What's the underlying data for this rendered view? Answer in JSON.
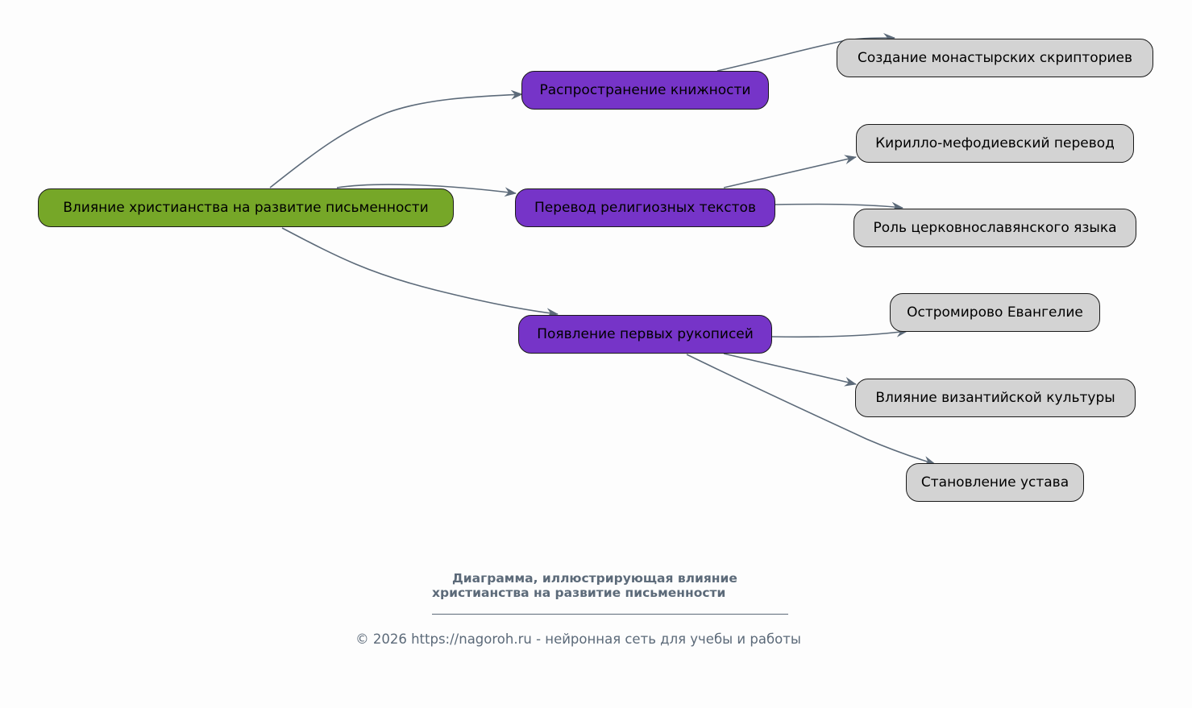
{
  "diagram": {
    "root": {
      "label": "Влияние христианства на развитие письменности",
      "color": "#76a728"
    },
    "branches": [
      {
        "label": "Распространение книжности",
        "color": "#7634c8",
        "children": [
          "Создание монастырских скрипториев"
        ]
      },
      {
        "label": "Перевод религиозных текстов",
        "color": "#7634c8",
        "children": [
          "Кирилло-мефодиевский перевод",
          "Роль церковнославянского языка"
        ]
      },
      {
        "label": "Появление первых рукописей",
        "color": "#7634c8",
        "children": [
          "Остромирово Евангелие",
          "Влияние византийской культуры",
          "Становление устава"
        ]
      }
    ],
    "leaf_color": "#d3d3d3",
    "edge_color": "#5c6a79"
  },
  "caption": {
    "line1": "Диаграмма, иллюстрирующая влияние",
    "line2": "христианства на развитие письменности"
  },
  "footer": "© 2026 https://nagoroh.ru - нейронная сеть для учебы и работы"
}
